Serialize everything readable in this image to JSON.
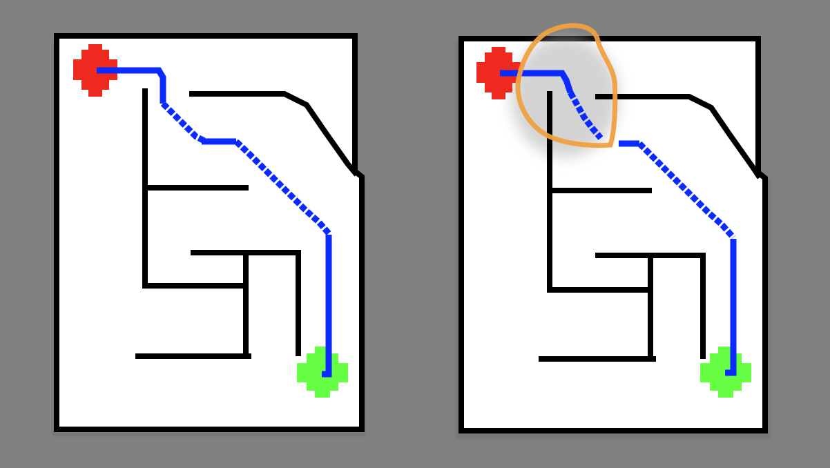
{
  "colors": {
    "background": "#808080",
    "maze_fill": "#ffffff",
    "wall": "#000000",
    "start_marker": "#ee2a20",
    "goal_marker": "#66ff44",
    "path": "#0a2aff",
    "highlight": "#f0a040"
  },
  "panels": [
    {
      "name": "left-maze-panel",
      "path_style": "unhighlighted"
    },
    {
      "name": "right-maze-panel",
      "path_style": "highlighted-shortcut"
    }
  ],
  "icons": {
    "start": "start-marker-icon",
    "goal": "goal-marker-icon"
  }
}
